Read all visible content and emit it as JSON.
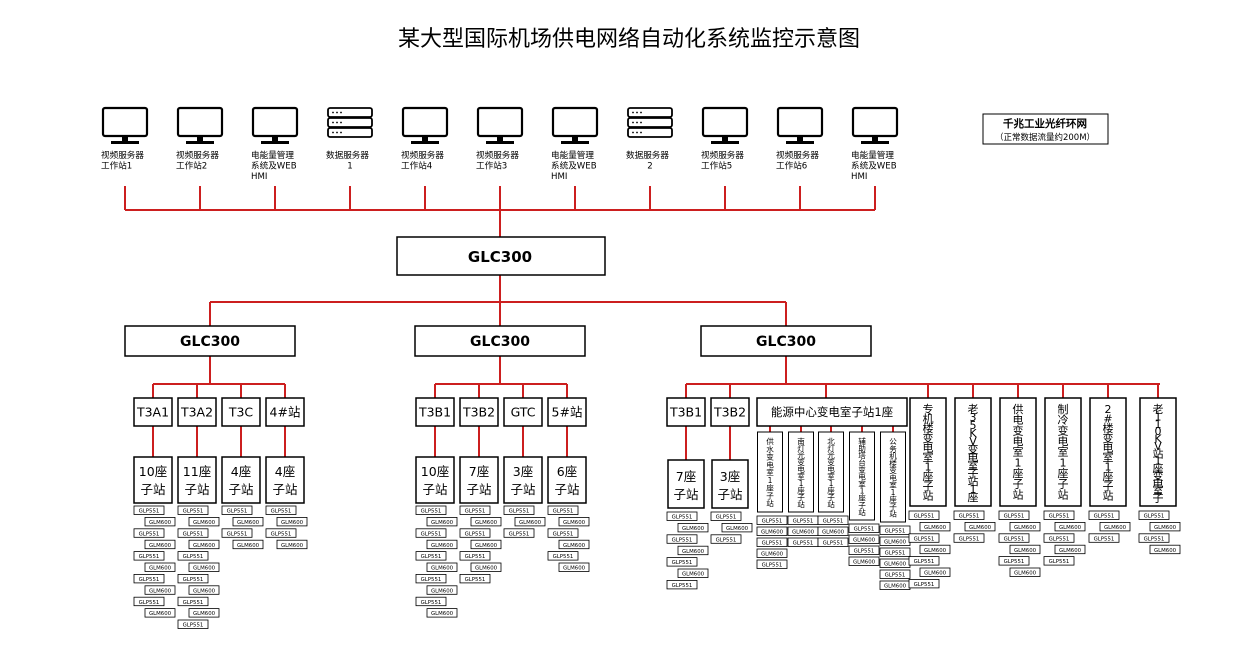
{
  "title": "某大型国际机场供电网络自动化系统监控示意图",
  "legend": {
    "line1": "千兆工业光纤环网",
    "line2": "（正常数据流量约200M）"
  },
  "colors": {
    "link": "#cc1f1f"
  },
  "workstations": [
    {
      "icon": "monitor-icon",
      "lines": [
        "视频服务器",
        "工作站1"
      ]
    },
    {
      "icon": "monitor-icon",
      "lines": [
        "视频服务器",
        "工作站2"
      ]
    },
    {
      "icon": "monitor-icon",
      "lines": [
        "电能量管理",
        "系统及WEB",
        "HMI"
      ]
    },
    {
      "icon": "server-icon",
      "lines": [
        "数据服务器",
        "1"
      ]
    },
    {
      "icon": "monitor-icon",
      "lines": [
        "视频服务器",
        "工作站4"
      ]
    },
    {
      "icon": "monitor-icon",
      "lines": [
        "视频服务器",
        "工作站3"
      ]
    },
    {
      "icon": "monitor-icon",
      "lines": [
        "电能量管理",
        "系统及WEB",
        "HMI"
      ]
    },
    {
      "icon": "server-icon",
      "lines": [
        "数据服务器",
        "2"
      ]
    },
    {
      "icon": "monitor-icon",
      "lines": [
        "视频服务器",
        "工作站5"
      ]
    },
    {
      "icon": "monitor-icon",
      "lines": [
        "视频服务器",
        "工作站6"
      ]
    },
    {
      "icon": "monitor-icon",
      "lines": [
        "电能量管理",
        "系统及WEB",
        "HMI"
      ]
    }
  ],
  "core": {
    "label": "GLC300"
  },
  "groups": [
    {
      "label": "GLC300",
      "stations": [
        {
          "label": "T3A1",
          "sub": [
            "10座",
            "子站"
          ],
          "devices": [
            "GLP551",
            "GLM600",
            "GLP551",
            "GLM600",
            "GLP551",
            "GLM600",
            "GLP551",
            "GLM600",
            "GLP551",
            "GLM600"
          ]
        },
        {
          "label": "T3A2",
          "sub": [
            "11座",
            "子站"
          ],
          "devices": [
            "GLP551",
            "GLM600",
            "GLP551",
            "GLM600",
            "GLP551",
            "GLM600",
            "GLP551",
            "GLM600",
            "GLP551",
            "GLM600",
            "GLP551"
          ]
        },
        {
          "label": "T3C",
          "sub": [
            "4座",
            "子站"
          ],
          "devices": [
            "GLP551",
            "GLM600",
            "GLP551",
            "GLM600"
          ]
        },
        {
          "label": "4#站",
          "sub": [
            "4座",
            "子站"
          ],
          "devices": [
            "GLP551",
            "GLM600",
            "GLP551",
            "GLM600"
          ]
        }
      ]
    },
    {
      "label": "GLC300",
      "stations": [
        {
          "label": "T3B1",
          "sub": [
            "10座",
            "子站"
          ],
          "devices": [
            "GLP551",
            "GLM600",
            "GLP551",
            "GLM600",
            "GLP551",
            "GLM600",
            "GLP551",
            "GLM600",
            "GLP551",
            "GLM600"
          ]
        },
        {
          "label": "T3B2",
          "sub": [
            "7座",
            "子站"
          ],
          "devices": [
            "GLP551",
            "GLM600",
            "GLP551",
            "GLM600",
            "GLP551",
            "GLM600",
            "GLP551"
          ]
        },
        {
          "label": "GTC",
          "sub": [
            "3座",
            "子站"
          ],
          "devices": [
            "GLP551",
            "GLM600",
            "GLP551"
          ]
        },
        {
          "label": "5#站",
          "sub": [
            "6座",
            "子站"
          ],
          "devices": [
            "GLP551",
            "GLM600",
            "GLP551",
            "GLM600",
            "GLP551",
            "GLM600"
          ]
        }
      ]
    },
    {
      "label": "GLC300",
      "stations": [
        {
          "label": "T3B1",
          "sub": [
            "7座",
            "子站"
          ],
          "devices": [
            "GLP551",
            "GLM600",
            "GLP551",
            "GLM600",
            "GLP551",
            "GLM600",
            "GLP551"
          ]
        },
        {
          "label": "T3B2",
          "sub": [
            "3座",
            "子站"
          ],
          "devices": [
            "GLP551",
            "GLM600",
            "GLP551"
          ]
        }
      ],
      "energy_center": {
        "label": "能源中心变电室子站1座",
        "columns": [
          {
            "text": "供水变电室1座子站",
            "devices": [
              "GLP551",
              "GLM600",
              "GLP551",
              "GLM600",
              "GLP551"
            ]
          },
          {
            "text": "南灯光变电室1座子站",
            "devices": [
              "GLP551",
              "GLM600",
              "GLP551"
            ]
          },
          {
            "text": "北灯光变电室1座子站",
            "devices": [
              "GLP551",
              "GLM600",
              "GLP551"
            ]
          },
          {
            "text": "辅助塔台变电室1座子站",
            "devices": [
              "GLP551",
              "GLM600",
              "GLP551",
              "GLM600"
            ]
          },
          {
            "text": "公务机楼变电室1座子站",
            "devices": [
              "GLP551",
              "GLM600",
              "GLP551",
              "GLM600",
              "GLP551",
              "GLM600"
            ]
          }
        ]
      },
      "tall_stations": [
        {
          "text": "专机楼变电室1座子站",
          "devices": [
            "GLP551",
            "GLM600",
            "GLP551",
            "GLM600",
            "GLP551",
            "GLM600",
            "GLP551"
          ]
        },
        {
          "text": "老35KV变电室子站1座",
          "devices": [
            "GLP551",
            "GLM600",
            "GLP551"
          ]
        },
        {
          "text": "供电变电室1座子站",
          "devices": [
            "GLP551",
            "GLM600",
            "GLP551",
            "GLM600",
            "GLP551",
            "GLM600"
          ]
        },
        {
          "text": "制冷变电室1座子站",
          "devices": [
            "GLP551",
            "GLM600",
            "GLP551",
            "GLM600",
            "GLP551"
          ]
        },
        {
          "text": "2#楼变电室1座子站",
          "devices": [
            "GLP551",
            "GLM600",
            "GLP551"
          ]
        },
        {
          "text": "老110KV站1座变电室子",
          "devices": [
            "GLP551",
            "GLM600",
            "GLP551",
            "GLM600"
          ]
        }
      ]
    }
  ]
}
